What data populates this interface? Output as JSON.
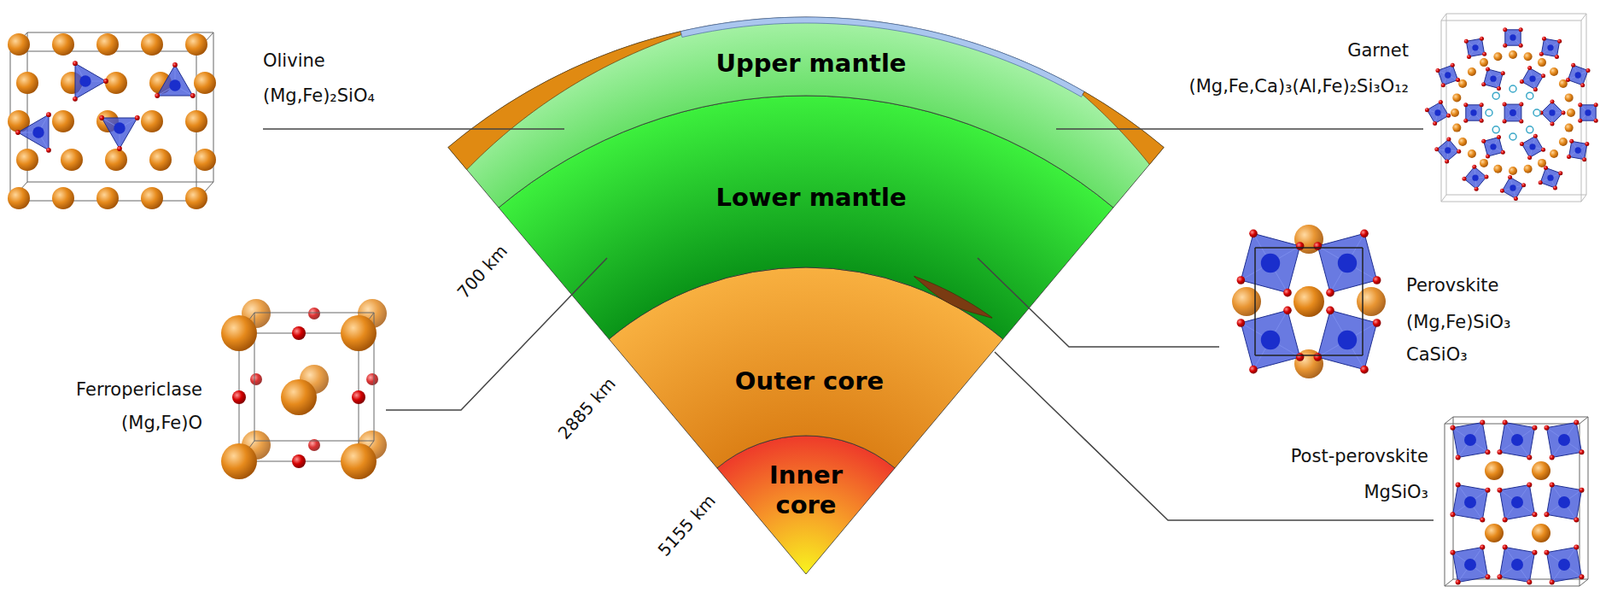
{
  "diagram": {
    "nodes": [
      {
        "text": [
          "Upper mantle"
        ]
      },
      {
        "text": [
          "Lower mantle"
        ]
      },
      {
        "text": [
          "Outer core"
        ]
      },
      {
        "text": [
          "Inner core"
        ]
      }
    ],
    "labels": [
      "Olivine",
      "(Mg,Fe)₂SiO₄",
      "Garnet",
      "(Mg,Fe,Ca)₃(Al,Fe)₂Si₃O₁₂",
      "Ferropericlase",
      "(Mg,Fe)O",
      "Perovskite",
      "(Mg,Fe)SiO₃",
      "CaSiO₃",
      "Post-perovskite",
      "MgSiO₃",
      "700 km",
      "2885 km",
      "5155 km"
    ]
  }
}
